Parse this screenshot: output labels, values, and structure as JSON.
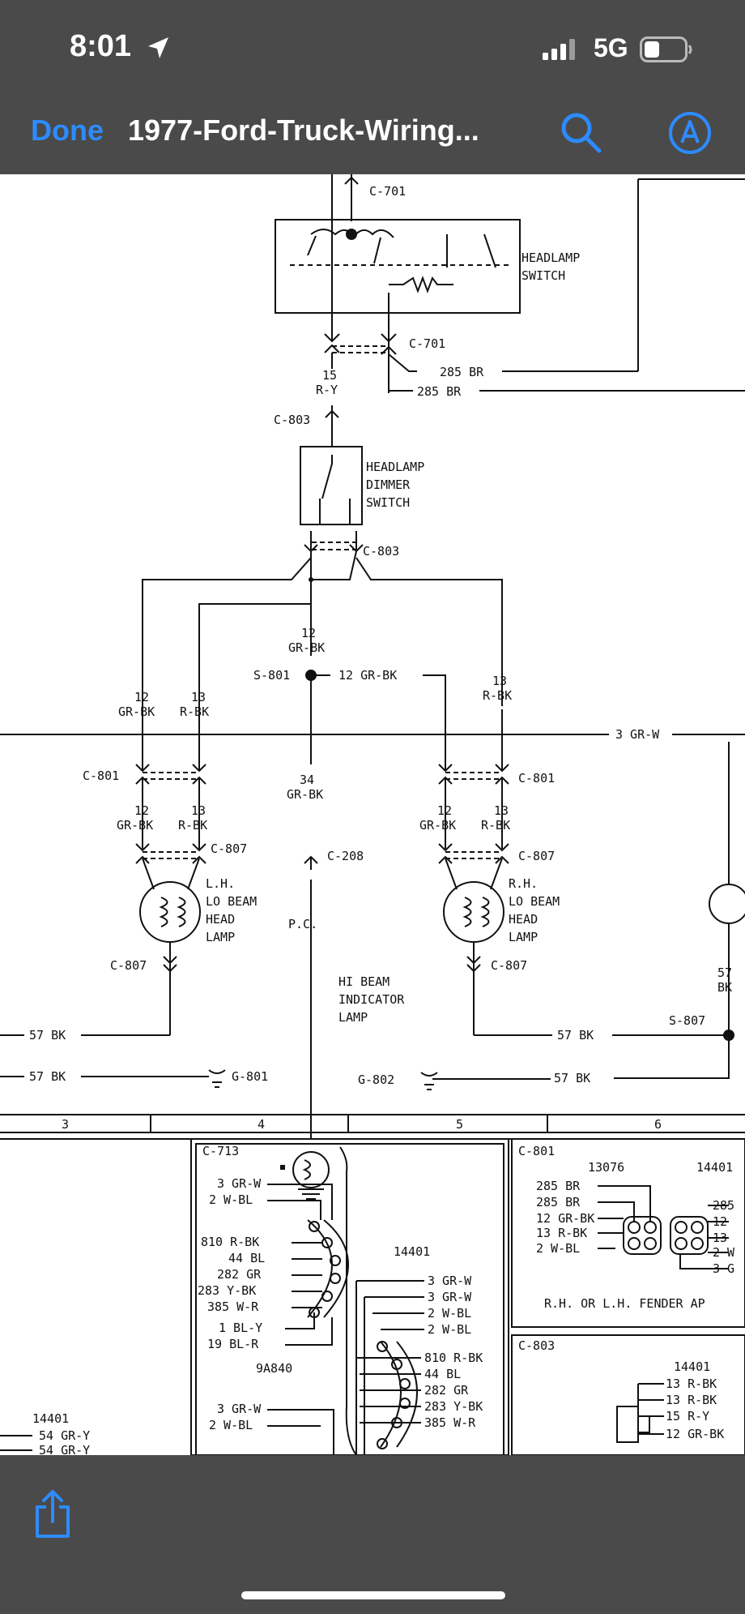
{
  "status_bar": {
    "time": "8:01",
    "network": "5G",
    "icons": [
      "location-arrow-icon",
      "cell-signal-icon",
      "battery-icon"
    ]
  },
  "nav_bar": {
    "done_label": "Done",
    "title": "1977-Ford-Truck-Wiring...",
    "icons": [
      "search-icon",
      "markup-icon"
    ]
  },
  "colors": {
    "accent": "#2d8bff",
    "chrome": "#4a4a4a"
  },
  "diagram": {
    "headlamp_switch": {
      "connector": "C-701",
      "name_line1": "HEADLAMP",
      "name_line2": "SWITCH",
      "conn_lower": "C-701"
    },
    "wires_top": [
      "285 BR",
      "285 BR"
    ],
    "rl": {
      "num": "15",
      "color": "R-Y"
    },
    "dimmer": {
      "conn_top": "C-803",
      "name_line1": "HEADLAMP",
      "name_line2": "DIMMER",
      "name_line3": "SWITCH",
      "conn_bottom": "C-803"
    },
    "splice_s801": {
      "label": "S-801",
      "wire_up_num": "12",
      "wire_up_color": "GR-BK",
      "wire_right": "12 GR-BK"
    },
    "left_upper": {
      "w1_num": "12",
      "w1_color": "GR-BK",
      "w2_num": "13",
      "w2_color": "R-BK"
    },
    "right_upper": {
      "w1_num": "13",
      "w1_color": "R-BK"
    },
    "bus_wire": "3 GR-W",
    "left_conn": {
      "c801": "C-801",
      "w1_num": "12",
      "w1_color": "GR-BK",
      "w2_num": "13",
      "w2_color": "R-BK",
      "c807_top": "C-807",
      "c807_bottom": "C-807"
    },
    "lh_lamp": {
      "line1": "L.H.",
      "line2": "LO BEAM",
      "line3": "HEAD",
      "line4": "LAMP"
    },
    "mid": {
      "num": "34",
      "color": "GR-BK",
      "c208": "C-208",
      "pc": "P.C."
    },
    "hi_beam": {
      "line1": "HI BEAM",
      "line2": "INDICATOR",
      "line3": "LAMP"
    },
    "right_conn": {
      "c801": "C-801",
      "w1_num": "12",
      "w1_color": "GR-BK",
      "w2_num": "13",
      "w2_color": "R-BK",
      "c807_top": "C-807",
      "c807_bottom": "C-807"
    },
    "rh_lamp": {
      "line1": "R.H.",
      "line2": "LO BEAM",
      "line3": "HEAD",
      "line4": "LAMP"
    },
    "far_right": {
      "num": "57",
      "color": "BK",
      "splice": "S-807"
    },
    "ground_wires": {
      "left1": "57 BK",
      "left2": "57 BK",
      "g801": "G-801",
      "g802": "G-802",
      "right1": "57 BK",
      "right2": "57 BK"
    },
    "columns": [
      "3",
      "4",
      "5",
      "6"
    ],
    "c713": {
      "title": "C-713",
      "part_14401": "14401",
      "part_9a840": "9A840",
      "pins_left": [
        "3 GR-W",
        "2 W-BL",
        "810 R-BK",
        "44 BL",
        "282 GR",
        "283 Y-BK",
        "385 W-R",
        "1 BL-Y",
        "19 BL-R"
      ],
      "pins_right": [
        "3 GR-W",
        "3 GR-W",
        "2 W-BL",
        "2 W-BL",
        "810 R-BK",
        "44 BL",
        "282 GR",
        "283 Y-BK",
        "385 W-R"
      ],
      "pins_lower": [
        "3 GR-W",
        "2 W-BL"
      ]
    },
    "left_panel": {
      "part": "14401",
      "pins": [
        "54 GR-Y",
        "54 GR-Y"
      ]
    },
    "c801_box": {
      "title": "C-801",
      "part1": "13076",
      "part2": "14401",
      "pins_left": [
        "285 BR",
        "285 BR",
        "12 GR-BK",
        "13 R-BK",
        "2 W-BL"
      ],
      "pins_right": [
        "285",
        "12",
        "13",
        "2 W",
        "3 G"
      ],
      "caption": "R.H. OR L.H. FENDER AP"
    },
    "c803_box": {
      "title": "C-803",
      "part": "14401",
      "pins": [
        "13 R-BK",
        "13 R-BK",
        "15 R-Y",
        "12 GR-BK"
      ]
    }
  }
}
